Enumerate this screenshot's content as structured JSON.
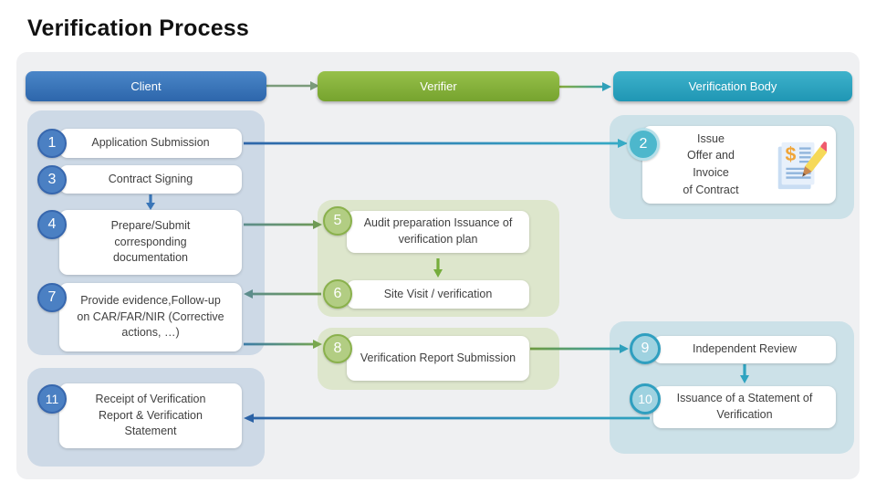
{
  "title": "Verification Process",
  "header": {
    "client": "Client",
    "verifier": "Verifier",
    "verification_body": "Verification Body"
  },
  "colors": {
    "client_blue": "#2d66ab",
    "verifier_green": "#76a32e",
    "body_teal": "#1f96b4",
    "arrow_sage": "#6f9b5f"
  },
  "steps": {
    "s1": {
      "num": "1",
      "label": "Application Submission"
    },
    "s2": {
      "num": "2",
      "lines": [
        "Issue",
        "Offer and",
        "Invoice",
        "of Contract"
      ]
    },
    "s3": {
      "num": "3",
      "label": "Contract Signing"
    },
    "s4": {
      "num": "4",
      "label": "Prepare/Submit corresponding documentation"
    },
    "s5": {
      "num": "5",
      "label": "Audit preparation Issuance of verification plan"
    },
    "s6": {
      "num": "6",
      "label": "Site Visit / verification"
    },
    "s7": {
      "num": "7",
      "label": "Provide evidence,Follow-up on CAR/FAR/NIR (Corrective actions, …)"
    },
    "s8": {
      "num": "8",
      "label": "Verification Report Submission"
    },
    "s9": {
      "num": "9",
      "label": "Independent Review"
    },
    "s10": {
      "num": "10",
      "label": "Issuance of a Statement of Verification"
    },
    "s11": {
      "num": "11",
      "label": "Receipt of Verification Report & Verification Statement"
    }
  },
  "icons": {
    "invoice_pencil": "invoice-document-with-pencil"
  }
}
